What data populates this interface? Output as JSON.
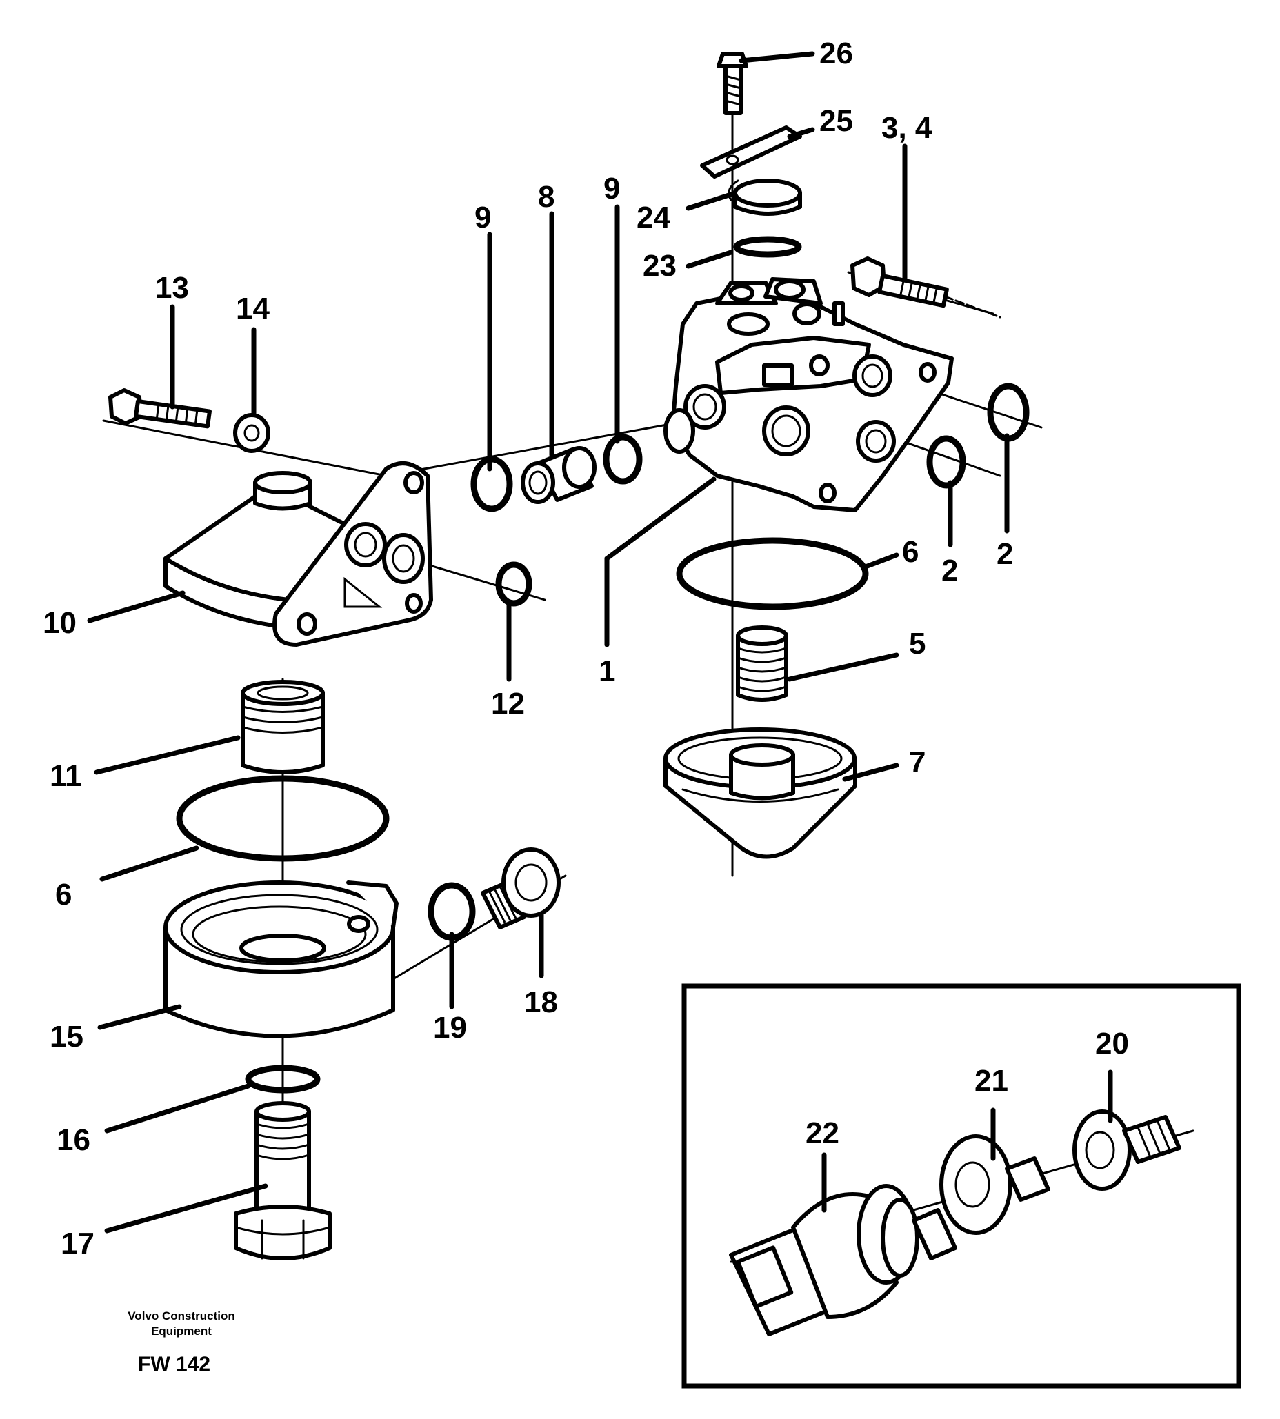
{
  "callouts": {
    "c1": "1",
    "c2a": "2",
    "c2b": "2",
    "c34": "3, 4",
    "c5": "5",
    "c6a": "6",
    "c6b": "6",
    "c7": "7",
    "c8": "8",
    "c9a": "9",
    "c9b": "9",
    "c10": "10",
    "c11": "11",
    "c12": "12",
    "c13": "13",
    "c14": "14",
    "c15": "15",
    "c16": "16",
    "c17": "17",
    "c18": "18",
    "c19": "19",
    "c20": "20",
    "c21": "21",
    "c22": "22",
    "c23": "23",
    "c24": "24",
    "c25": "25",
    "c26": "26"
  },
  "footer": {
    "company_line1": "Volvo Construction",
    "company_line2": "Equipment",
    "figure_code": "FW 142"
  }
}
